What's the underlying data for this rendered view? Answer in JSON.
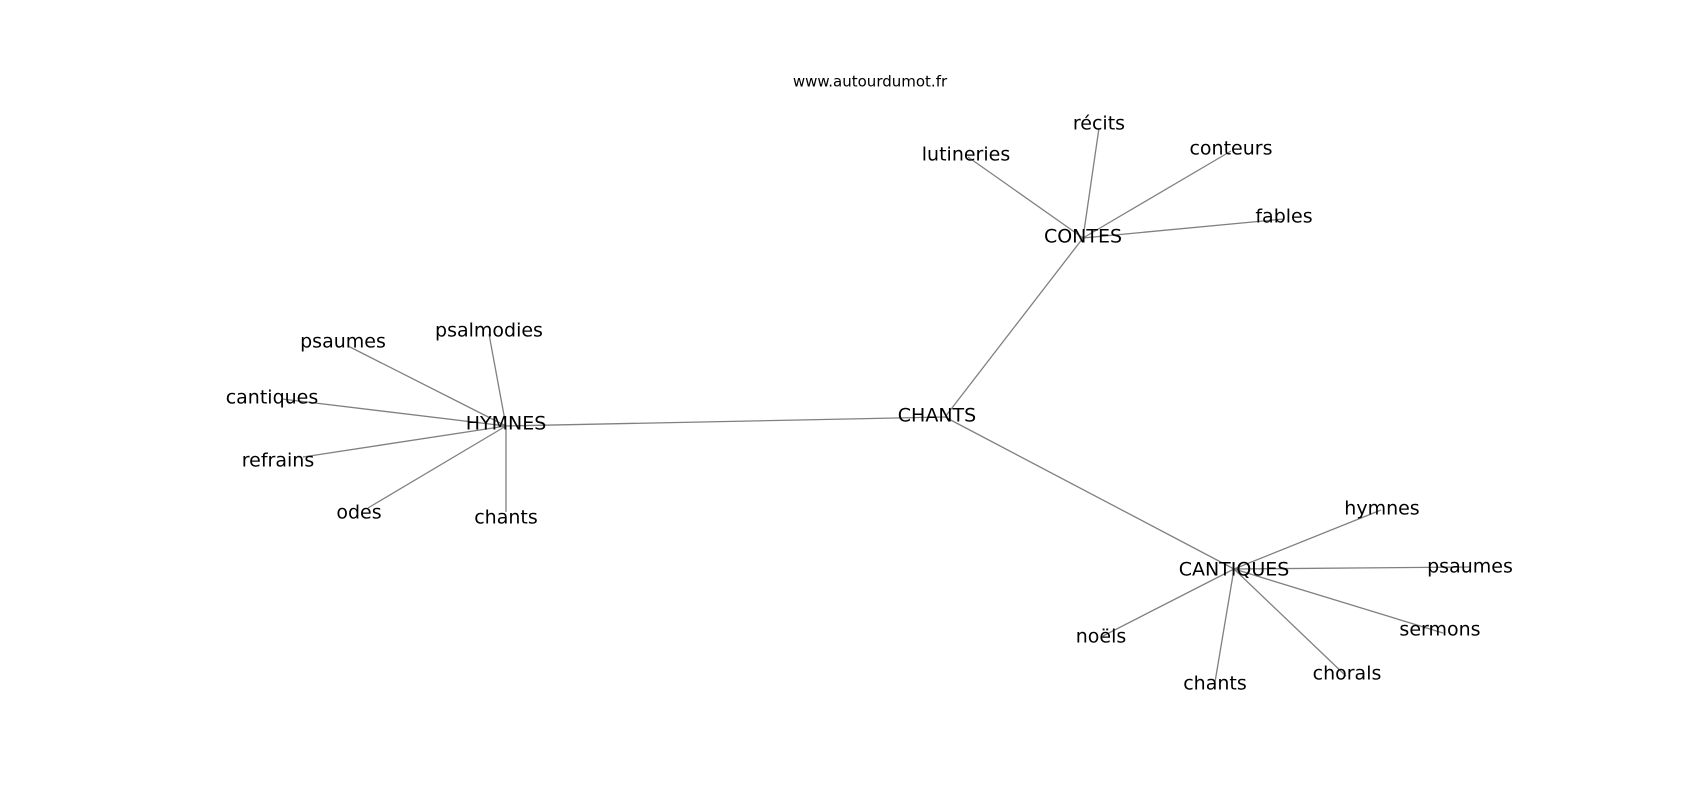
{
  "site": "www.autourdumot.fr",
  "nodes": [
    {
      "id": "chants_center",
      "label": "CHANTS"
    },
    {
      "id": "hymnes_hub",
      "label": "HYMNES"
    },
    {
      "id": "contes_hub",
      "label": "CONTES"
    },
    {
      "id": "cantiques_hub",
      "label": "CANTIQUES"
    },
    {
      "id": "psaumes_1",
      "label": "psaumes"
    },
    {
      "id": "psalmodies",
      "label": "psalmodies"
    },
    {
      "id": "cantiques_1",
      "label": "cantiques"
    },
    {
      "id": "refrains",
      "label": "refrains"
    },
    {
      "id": "odes",
      "label": "odes"
    },
    {
      "id": "chants_1",
      "label": "chants"
    },
    {
      "id": "lutineries",
      "label": "lutineries"
    },
    {
      "id": "recits",
      "label": "récits"
    },
    {
      "id": "conteurs",
      "label": "conteurs"
    },
    {
      "id": "fables",
      "label": "fables"
    },
    {
      "id": "hymnes_1",
      "label": "hymnes"
    },
    {
      "id": "psaumes_2",
      "label": "psaumes"
    },
    {
      "id": "sermons",
      "label": "sermons"
    },
    {
      "id": "chorals",
      "label": "chorals"
    },
    {
      "id": "chants_2",
      "label": "chants"
    },
    {
      "id": "noels",
      "label": "noëls"
    }
  ],
  "edges": [
    [
      "chants_center",
      "hymnes_hub"
    ],
    [
      "chants_center",
      "contes_hub"
    ],
    [
      "chants_center",
      "cantiques_hub"
    ],
    [
      "hymnes_hub",
      "psaumes_1"
    ],
    [
      "hymnes_hub",
      "psalmodies"
    ],
    [
      "hymnes_hub",
      "cantiques_1"
    ],
    [
      "hymnes_hub",
      "refrains"
    ],
    [
      "hymnes_hub",
      "odes"
    ],
    [
      "hymnes_hub",
      "chants_1"
    ],
    [
      "contes_hub",
      "lutineries"
    ],
    [
      "contes_hub",
      "recits"
    ],
    [
      "contes_hub",
      "conteurs"
    ],
    [
      "contes_hub",
      "fables"
    ],
    [
      "cantiques_hub",
      "hymnes_1"
    ],
    [
      "cantiques_hub",
      "psaumes_2"
    ],
    [
      "cantiques_hub",
      "sermons"
    ],
    [
      "cantiques_hub",
      "chorals"
    ],
    [
      "cantiques_hub",
      "chants_2"
    ],
    [
      "cantiques_hub",
      "noels"
    ]
  ]
}
